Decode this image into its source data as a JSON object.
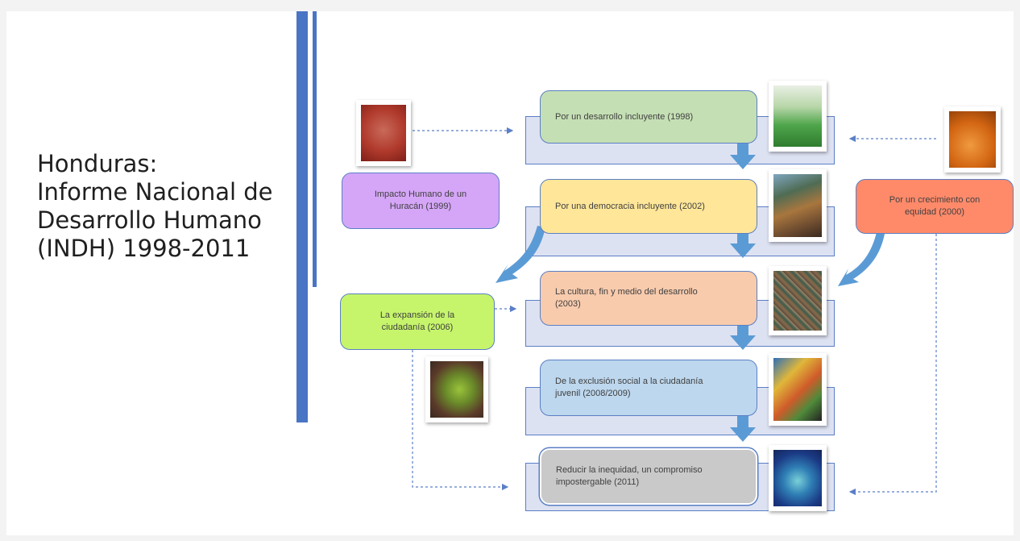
{
  "title": {
    "line1": "Honduras:",
    "line2": "Informe Nacional de",
    "line3": "Desarrollo Humano",
    "line4": "(INDH) 1998-2011"
  },
  "reports": {
    "r1998": {
      "label": "Por un desarrollo incluyente (1998)"
    },
    "r2002": {
      "label": "Por una democracia incluyente (2002)"
    },
    "r2003": {
      "line1": "La cultura, fin y medio del desarrollo",
      "line2": "(2003)"
    },
    "r2008": {
      "line1": "De la exclusión social a la ciudadanía",
      "line2": "juvenil (2008/2009)"
    },
    "r2011": {
      "line1": "Reducir la inequidad, un compromiso",
      "line2": "impostergable (2011)"
    },
    "r1999": {
      "line1": "Impacto Humano de un",
      "line2": "Huracán (1999)"
    },
    "r2000": {
      "line1": "Por un crecimiento con",
      "line2": "equidad (2000)"
    },
    "r2006": {
      "line1": "La expansión de la",
      "line2": "ciudadanía (2006)"
    }
  },
  "colors": {
    "r1998": "#c5dfb4",
    "r2002": "#ffe699",
    "r2003": "#f8cbad",
    "r2008": "#bdd7ee",
    "r2011": "#c9c9c9",
    "r1999": "#d5a6f7",
    "r2000": "#ff8a6a",
    "r2006": "#c6f56c",
    "accent": "#4a74c4",
    "arrow": "#5b9bd5"
  },
  "icons": {
    "cover": "report-cover-icon",
    "flow_arrow": "down-arrow-icon",
    "connector": "dashed-arrow-icon"
  }
}
